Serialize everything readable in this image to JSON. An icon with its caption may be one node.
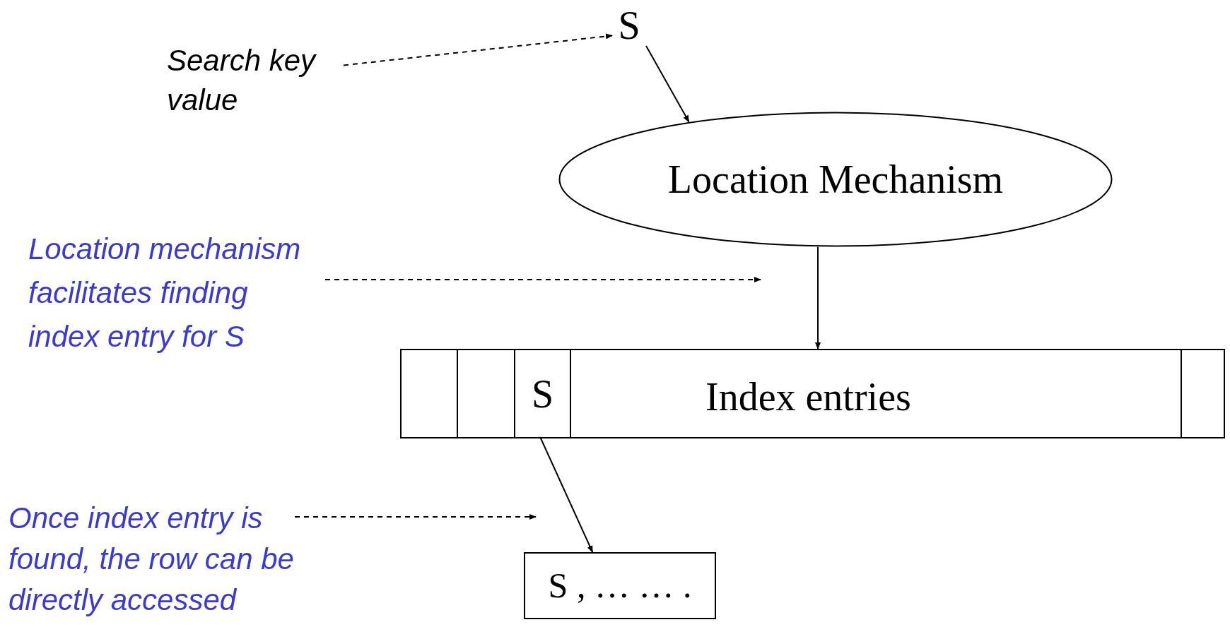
{
  "diagram": {
    "nodes": [
      {
        "text": [
          "Search key value"
        ]
      },
      {
        "text": [
          "S"
        ]
      },
      {
        "text": [
          "Location Mechanism"
        ]
      },
      {
        "text": [
          "Location mechanism facilitates finding index entry for S"
        ]
      },
      {
        "text": [
          "Index entries"
        ]
      },
      {
        "text": [],
        "shape": "box",
        "in": 4
      },
      {
        "text": [],
        "shape": "box",
        "in": 4
      },
      {
        "text": [
          "S"
        ],
        "in": 4
      },
      {
        "text": [],
        "shape": "box",
        "in": 4
      },
      {
        "text": [
          "S , … … ."
        ]
      },
      {
        "text": [
          "Once index entry is found, the row can be directly accessed"
        ]
      }
    ],
    "edges": [
      {
        "from": 0,
        "to": 1,
        "arrow": "to",
        "style": "dashed"
      },
      {
        "from": 1,
        "to": 2,
        "arrow": "to"
      },
      {
        "from": 3,
        "to": null,
        "arrow": "to",
        "style": "dashed"
      },
      {
        "from": 2,
        "to": 4,
        "arrow": "to"
      },
      {
        "from": 7,
        "to": 9,
        "arrow": "to"
      },
      {
        "from": 10,
        "to": null,
        "arrow": "to",
        "style": "dashed"
      }
    ]
  }
}
